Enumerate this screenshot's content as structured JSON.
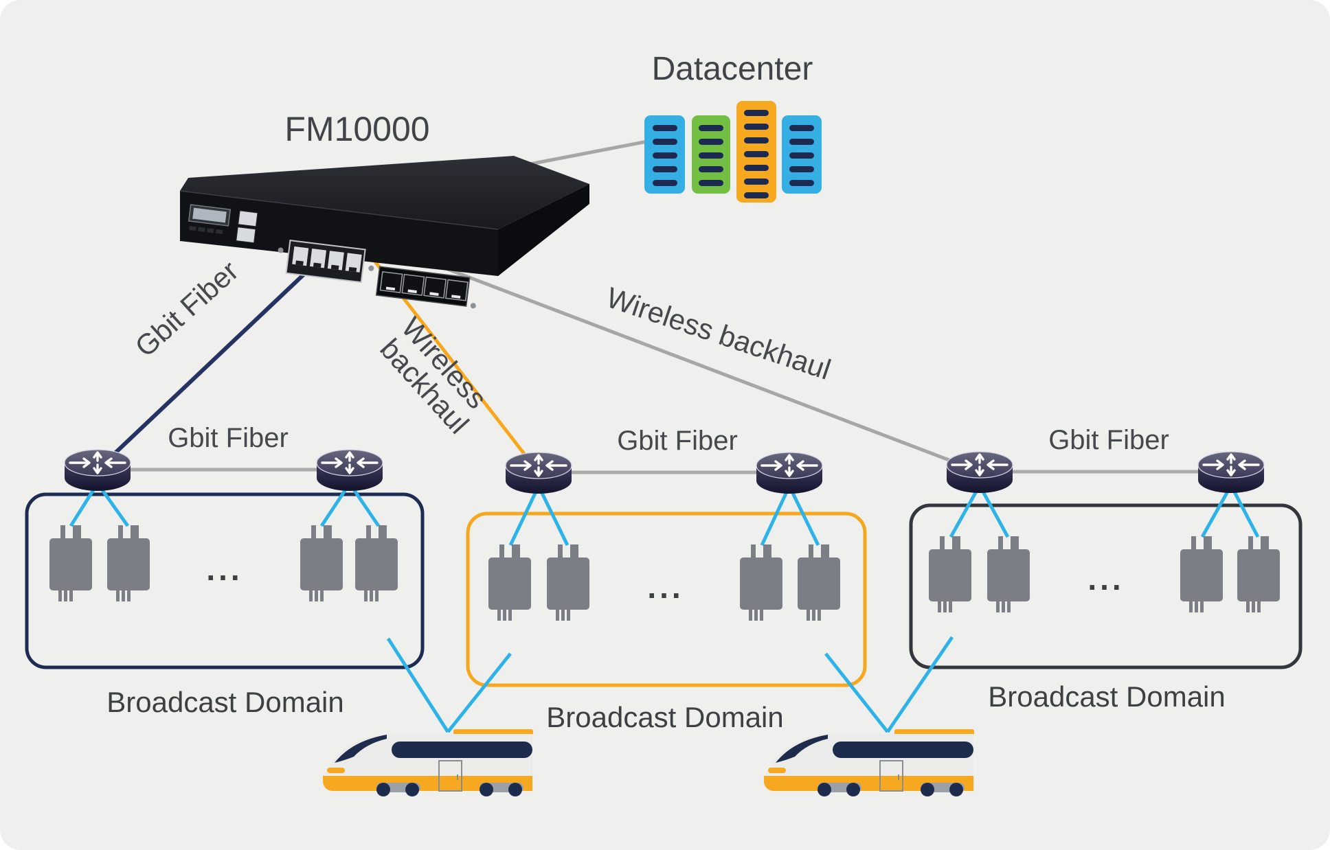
{
  "canvas": {
    "background": "#efefed"
  },
  "appliance": {
    "label": "FM10000"
  },
  "datacenter": {
    "label": "Datacenter",
    "rack_colors": [
      "#35aee3",
      "#72bf44",
      "#f6a81e",
      "#35aee3"
    ],
    "slot_color": "#1c2a52"
  },
  "links": {
    "uplink_fiber": {
      "label": "Gbit Fiber",
      "color": "#243361"
    },
    "uplink_wireless_orange": {
      "label": "Wireless backhaul",
      "lines": [
        "Wireless",
        "backhaul"
      ],
      "color": "#f6a71d"
    },
    "uplink_wireless_gray": {
      "label": "Wireless backhaul",
      "color": "#a6a6a6"
    },
    "datacenter_link_color": "#a6a6a6",
    "inter_router_color": "#ababab",
    "access_color": "#2eb3e9"
  },
  "domains": [
    {
      "id": "broadcast-domain-1",
      "border_color": "#1e2b52",
      "fiber_label": "Gbit Fiber",
      "ellipsis": "...",
      "label": "Broadcast Domain"
    },
    {
      "id": "broadcast-domain-2",
      "border_color": "#f6a71d",
      "fiber_label": "Gbit Fiber",
      "ellipsis": "...",
      "label": "Broadcast Domain"
    },
    {
      "id": "broadcast-domain-3",
      "border_color": "#33363b",
      "fiber_label": "Gbit Fiber",
      "ellipsis": "...",
      "label": "Broadcast Domain"
    }
  ]
}
